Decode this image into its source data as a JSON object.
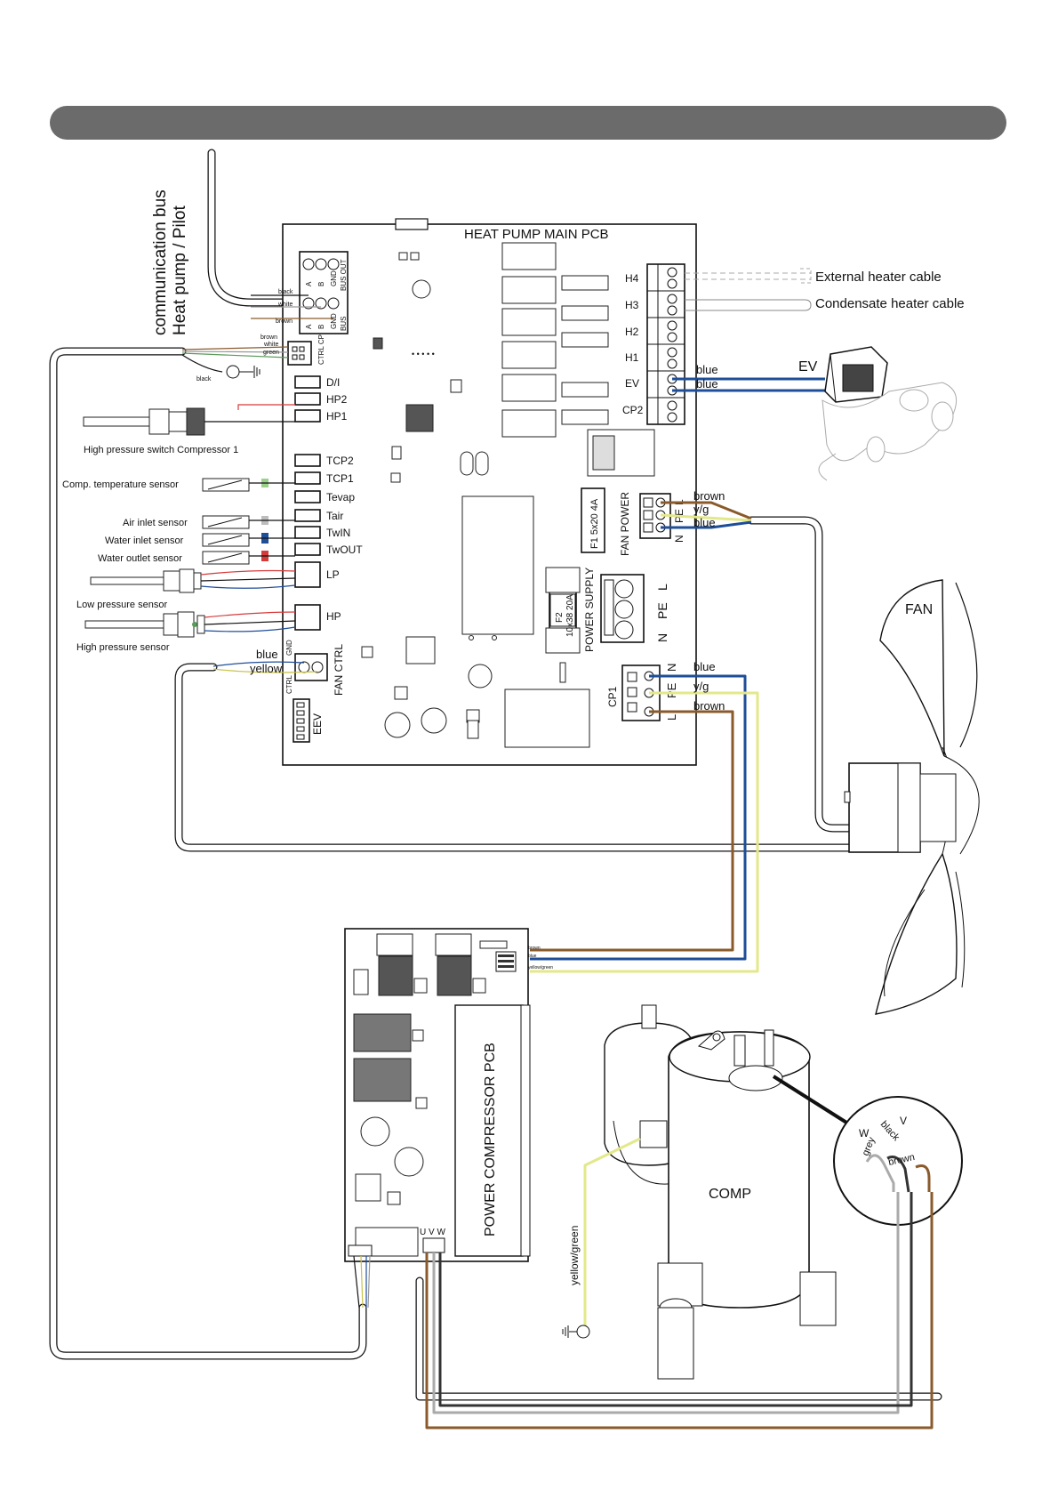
{
  "header": {
    "bar_color": "#6b6b6b"
  },
  "colors": {
    "blue": "#1f4e99",
    "brown": "#8a5a2b",
    "yellow_green": "#e3e88a",
    "grey": "#8c8c8c",
    "red": "#d63b3b",
    "green": "#9ad08a",
    "light_grey": "#bdbdbd"
  },
  "bus": {
    "line1": "communication bus",
    "line2": "Heat pump / Pilot"
  },
  "main_pcb": {
    "title": "HEAT PUMP MAIN PCB",
    "bus_out": "BUS OUT",
    "bus": "BUS",
    "bus_pins_top": [
      "A",
      "B",
      "GND"
    ],
    "bus_pins_bottom": [
      "A",
      "B",
      "GND"
    ],
    "ctrl_cp": "CTRL CP",
    "left_terminals": [
      "D/I",
      "HP2",
      "HP1",
      "TCP2",
      "TCP1",
      "Tevap",
      "Tair",
      "TwIN",
      "TwOUT",
      "LP",
      "HP"
    ],
    "right_terminals": [
      "H4",
      "H3",
      "H2",
      "H1",
      "EV",
      "CP2"
    ],
    "fan_power": "FAN POWER",
    "fan_power_pins": [
      "N",
      "PE",
      "L"
    ],
    "fuse1": "F1  5x20 4A",
    "fuse2_line1": "F2",
    "fuse2_line2": "10x38 20A",
    "power_supply": "POWER SUPPLY",
    "power_supply_pins": [
      "N",
      "PE",
      "L"
    ],
    "cp1": "CP1",
    "cp1_pins": [
      "N",
      "PE",
      "L"
    ],
    "fan_ctrl": "FAN CTRL",
    "gnd": "GND",
    "ctrl": "CTRL",
    "eev": "EEV"
  },
  "labels": {
    "external_heater": "External heater cable",
    "condensate_heater": "Condensate heater cable",
    "ev": "EV",
    "fan": "FAN",
    "comp": "COMP",
    "power_pcb": "POWER COMPRESSOR PCB",
    "uvw": "U V W",
    "yellow_green": "yellow/green"
  },
  "sensors": {
    "hp_switch": "High pressure switch Compressor 1",
    "comp_temp": "Comp. temperature sensor",
    "air_inlet": "Air inlet sensor",
    "water_inlet": "Water inlet sensor",
    "water_outlet": "Water outlet sensor",
    "low_pressure": "Low pressure sensor",
    "high_pressure": "High pressure sensor"
  },
  "wires": {
    "black": "black",
    "white": "white",
    "brown": "brown",
    "green": "green",
    "blue": "blue",
    "yellow": "yellow",
    "yg": "y/g",
    "grey": "grey",
    "yellow_green_small": "yellow/green",
    "brown_small": "brown",
    "blue_small": "blue",
    "u": "U",
    "v": "V",
    "w": "W"
  }
}
